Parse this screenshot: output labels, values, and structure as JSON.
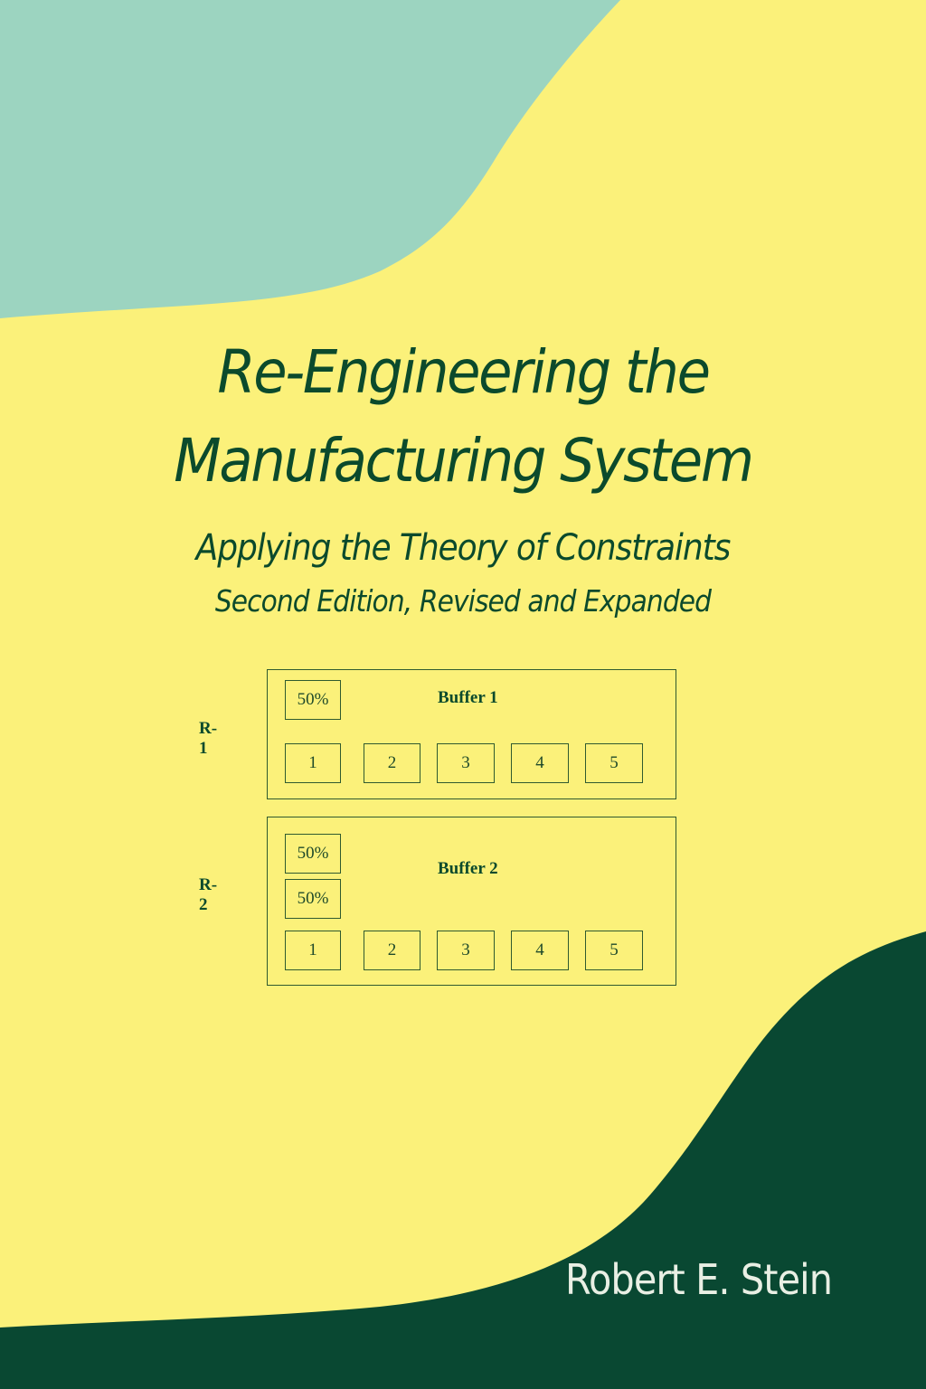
{
  "cover": {
    "title_line1": "Re-Engineering the",
    "title_line2": "Manufacturing System",
    "subtitle": "Applying the Theory of Constraints",
    "edition": "Second Edition, Revised and Expanded",
    "author": "Robert E. Stein"
  },
  "colors": {
    "background": "#fbf17a",
    "teal": "#9cd4c0",
    "dark_green": "#094832",
    "title_text": "#0b4a2c",
    "author_text": "#e9efe4"
  },
  "diagram": {
    "rows": [
      {
        "label": "R-1",
        "buffer_title": "Buffer 1",
        "percent_boxes": [
          "50%"
        ],
        "cells": [
          "1",
          "2",
          "3",
          "4",
          "5"
        ]
      },
      {
        "label": "R-2",
        "buffer_title": "Buffer 2",
        "percent_boxes": [
          "50%",
          "50%"
        ],
        "cells": [
          "1",
          "2",
          "3",
          "4",
          "5"
        ]
      }
    ]
  }
}
